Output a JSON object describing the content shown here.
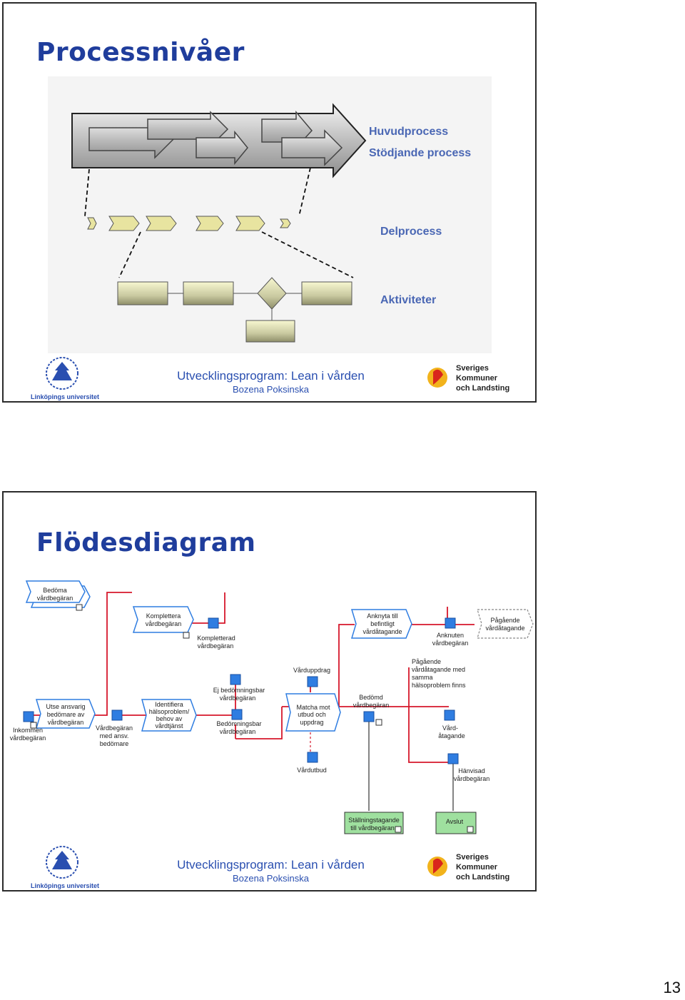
{
  "page_number": "13",
  "slide1": {
    "title": "Processnivåer",
    "legend": {
      "main_process": "Huvudprocess",
      "support_process": "Stödjande process",
      "subprocess": "Delprocess",
      "activities": "Aktiviteter"
    },
    "footer_title": "Utvecklingsprogram: Lean i vården",
    "footer_author": "Bozena Poksinska",
    "logo_left_text": "Linköpings universitet",
    "logo_right_lines": [
      "Sveriges",
      "Kommuner",
      "och Landsting"
    ]
  },
  "slide2": {
    "title": "Flödesdiagram",
    "nodes": {
      "bedoma": [
        "Bedöma",
        "vårdbegäran"
      ],
      "komplettera": [
        "Komplettera",
        "vårdbegäran"
      ],
      "kompletterad": [
        "Kompletterad",
        "vårdbegäran"
      ],
      "anknyta": [
        "Anknyta till",
        "befintligt",
        "vårdåtagande"
      ],
      "anknuten": [
        "Anknuten",
        "vårdbegäran"
      ],
      "pagaende_top": [
        "Pågående",
        "vårdåtagande"
      ],
      "inkommen": [
        "Inkommen",
        "vårdbegäran"
      ],
      "utse": [
        "Utse ansvarig",
        "bedömare av",
        "vårdbegäran"
      ],
      "med_ansv": [
        "Vårdbegäran",
        "med ansv.",
        "bedömare"
      ],
      "identifiera": [
        "Identifiera",
        "hälsoproblem/",
        "behov av",
        "vårdtjänst"
      ],
      "ej_bedom": [
        "Ej bedömningsbar",
        "vårdbegäran"
      ],
      "bedomningsbar": [
        "Bedömningsbar",
        "vårdbegäran"
      ],
      "varduppdrag": [
        "Vårduppdrag"
      ],
      "matcha": [
        "Matcha mot",
        "utbud och",
        "uppdrag"
      ],
      "bedomd": [
        "Bedömd",
        "vårdbegäran"
      ],
      "pagaende_mid": [
        "Pågående",
        "vårdåtagande med",
        "samma",
        "hälsoproblem finns"
      ],
      "vardatagande": [
        "Vård-",
        "åtagande"
      ],
      "vardutbud": [
        "Vårdutbud"
      ],
      "hanvisad": [
        "Hänvisad",
        "vårdbegäran"
      ],
      "stallningstagande": [
        "Ställningstagande",
        "till vårdbegäran"
      ],
      "avslut": [
        "Avslut"
      ]
    },
    "footer_title": "Utvecklingsprogram: Lean i vården",
    "footer_author": "Bozena Poksinska",
    "logo_left_text": "Linköpings universitet",
    "logo_right_lines": [
      "Sveriges",
      "Kommuner",
      "och Landsting"
    ]
  },
  "colors": {
    "title_blue": "#1f3d9c",
    "event_blue": "#2f7de1",
    "flow_red": "#d6172b",
    "activity_green": "#9fe09f",
    "process_fill": "#bfbfbf"
  }
}
